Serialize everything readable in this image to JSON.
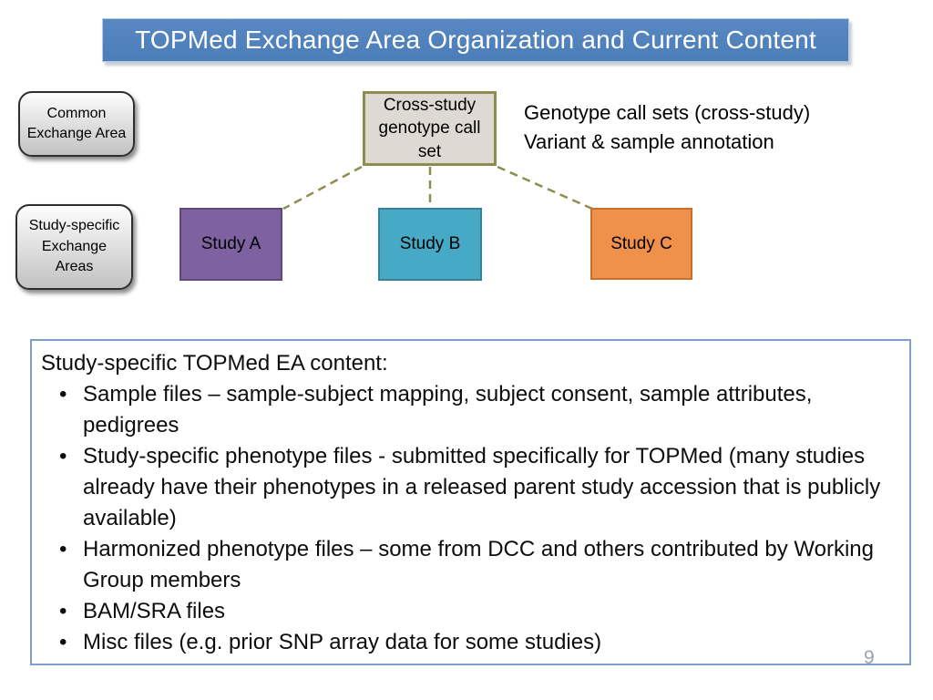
{
  "slide": {
    "title": "TOPMed Exchange Area Organization and Current Content",
    "page_number": "9"
  },
  "diagram": {
    "common_area_label": "Common Exchange Area",
    "study_specific_label": "Study-specific Exchange Areas",
    "cross_study_box_label": "Cross-study genotype call set",
    "annotation_line1": "Genotype call sets (cross-study)",
    "annotation_line2": "Variant & sample annotation",
    "studies": [
      {
        "label": "Study A",
        "fill": "#7d61a0",
        "border": "#5e4a79"
      },
      {
        "label": "Study B",
        "fill": "#46a9c5",
        "border": "#35809a"
      },
      {
        "label": "Study C",
        "fill": "#f0914b",
        "border": "#c96f2e"
      }
    ],
    "connector_color": "#8e8d50",
    "connector_style": "dashed"
  },
  "bottom_box": {
    "heading": "Study-specific TOPMed EA content:",
    "bullets": [
      "Sample files – sample-subject mapping, subject consent, sample attributes, pedigrees",
      "Study-specific phenotype files  - submitted specifically for TOPMed  (many studies already have their phenotypes in a released parent study accession that is publicly available)",
      "Harmonized phenotype files – some from DCC and others contributed by Working Group members",
      "BAM/SRA files",
      "Misc files (e.g. prior  SNP array data for some studies)"
    ],
    "border_color": "#7ca0c7"
  },
  "colors": {
    "title_fill": "#4f81bd",
    "title_text": "#ffffff",
    "cross_box_fill": "#dedad3",
    "cross_box_border": "#8e8d50",
    "gray_box_border": "#2e2e2e",
    "page_number_text": "#98a2ac"
  }
}
